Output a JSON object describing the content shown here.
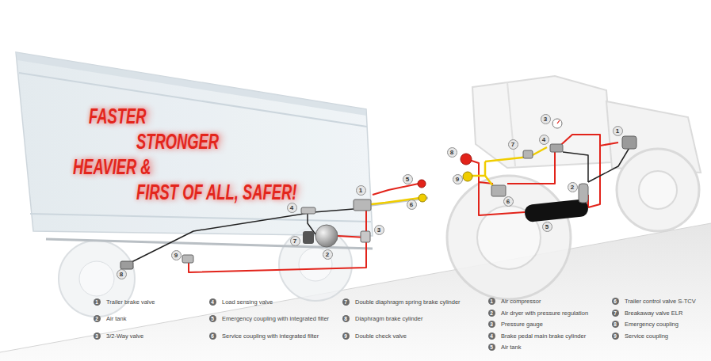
{
  "diagram": {
    "labels": [
      "FASTER",
      "STRONGER",
      "HEAVIER &",
      "FIRST OF ALL, SAFER!",
      "8",
      "9",
      "4",
      "7",
      "2",
      "3",
      "1",
      "5",
      "6",
      "8",
      "9",
      "7",
      "3",
      "4",
      "6",
      "2",
      "5",
      "1",
      "1",
      "2",
      "3",
      "4",
      "5",
      "6",
      "7",
      "8",
      "9",
      "1",
      "2",
      "3",
      "4",
      "5",
      "6",
      "7",
      "8",
      "9"
    ],
    "legend": [
      {
        "text": "Trailer brake valve"
      },
      {
        "text": "Air tank"
      },
      {
        "text": "3/2-Way valve"
      },
      {
        "text": "Load sensing valve"
      },
      {
        "text": "Emergency coupling with integrated filter"
      },
      {
        "text": "Service coupling with integrated filter"
      },
      {
        "text": "Double diaphragm spring brake cylinder"
      },
      {
        "text": "Diaphragm brake cylinder"
      },
      {
        "text": "Double check valve"
      },
      {
        "text": "Air compressor"
      },
      {
        "text": "Air dryer with pressure regulation"
      },
      {
        "text": "Pressure gauge"
      },
      {
        "text": "Brake pedal main brake cylinder"
      },
      {
        "text": "Air tank"
      },
      {
        "text": "Trailer control valve S-TCV"
      },
      {
        "text": "Breakaway valve ELR"
      },
      {
        "text": "Emergency coupling"
      },
      {
        "text": "Service coupling"
      }
    ]
  }
}
